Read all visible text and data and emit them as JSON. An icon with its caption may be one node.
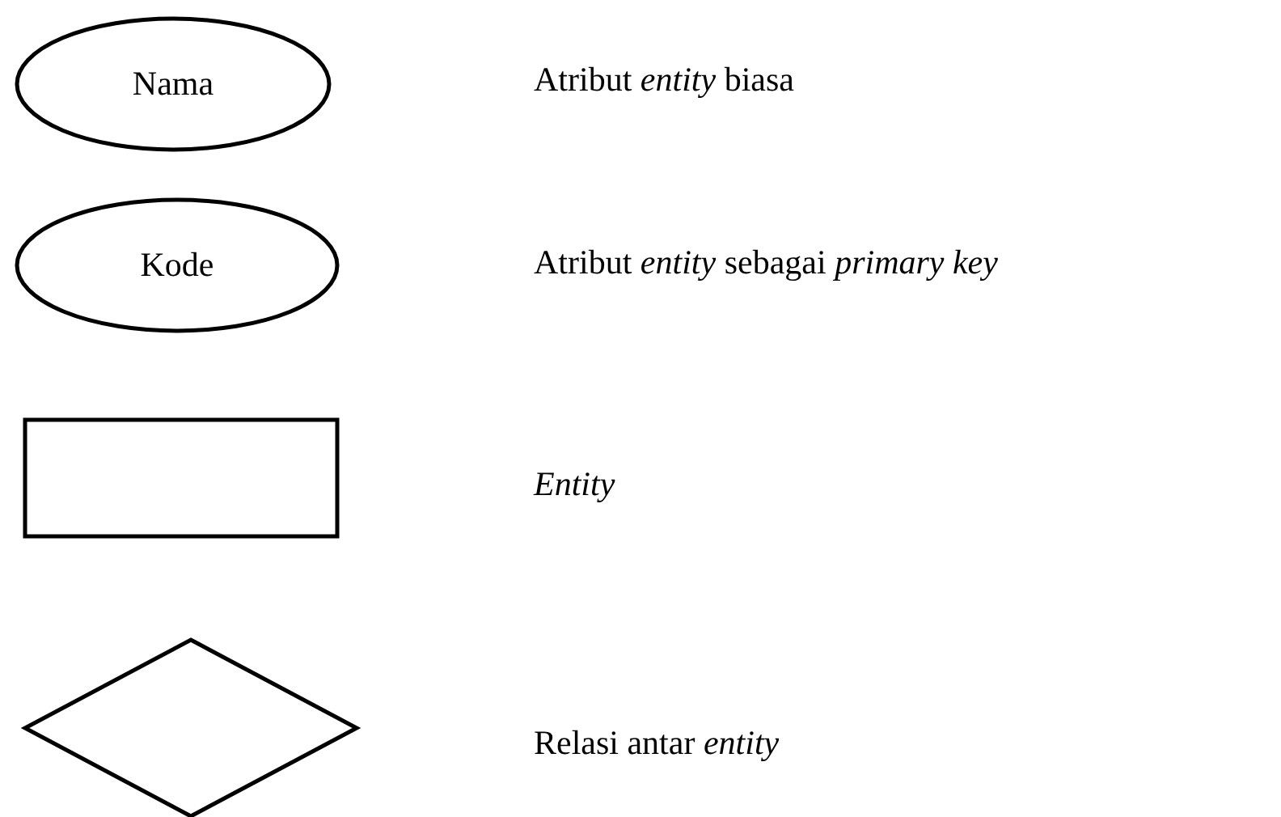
{
  "diagram": {
    "nodes": [
      {
        "text": [
          "Nama"
        ]
      },
      {
        "text": [
          "Kode"
        ]
      },
      {
        "text": [],
        "shape": "box"
      },
      {
        "text": [],
        "shape": "diamond"
      }
    ],
    "labels": [
      "Atribut *entity* biasa",
      "Atribut *entity* sebagai *primary key*",
      "*Entity*",
      "Relasi antar *entity*"
    ]
  }
}
